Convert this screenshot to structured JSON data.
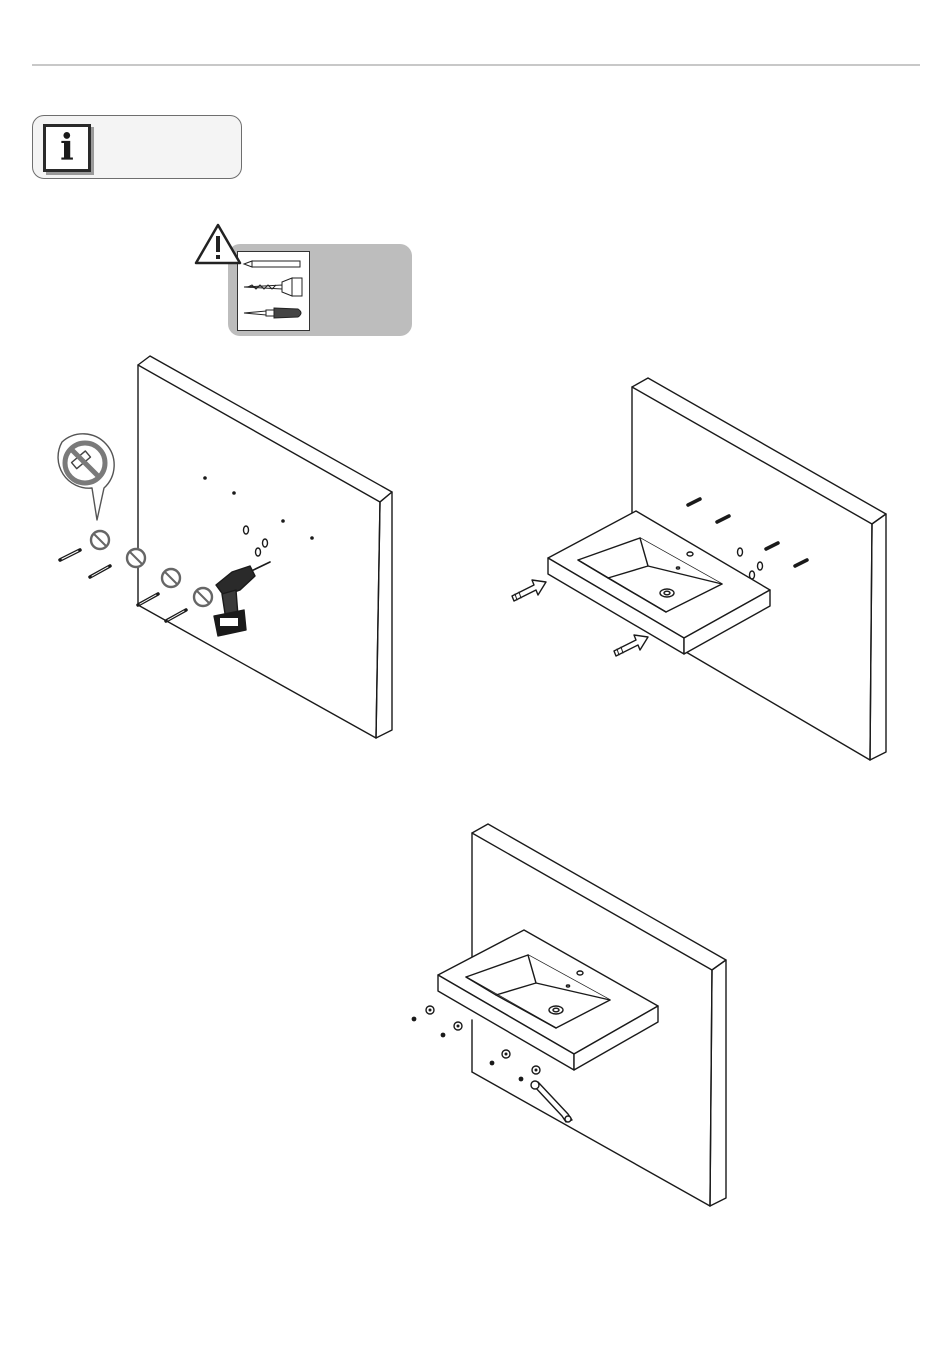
{
  "page": {
    "info_icon": "info-icon",
    "warning_icon": "warning-triangle-icon",
    "tool_icons": [
      "pencil-icon",
      "drill-bit-icon",
      "screwdriver-icon"
    ],
    "prohibited_icon": "no-hammer-icon",
    "colors": {
      "line": "#1a1a1a",
      "panel_gray": "#bdbdbd",
      "rule_gray": "#c8c8c8"
    }
  },
  "steps": [
    {
      "name": "drill-holes",
      "icons": [
        "drill-icon",
        "wall-plug-icon"
      ]
    },
    {
      "name": "position-basin",
      "icons": [
        "push-arrow-icon"
      ]
    },
    {
      "name": "fix-basin",
      "icons": [
        "wrench-icon",
        "nut-icon"
      ]
    }
  ]
}
